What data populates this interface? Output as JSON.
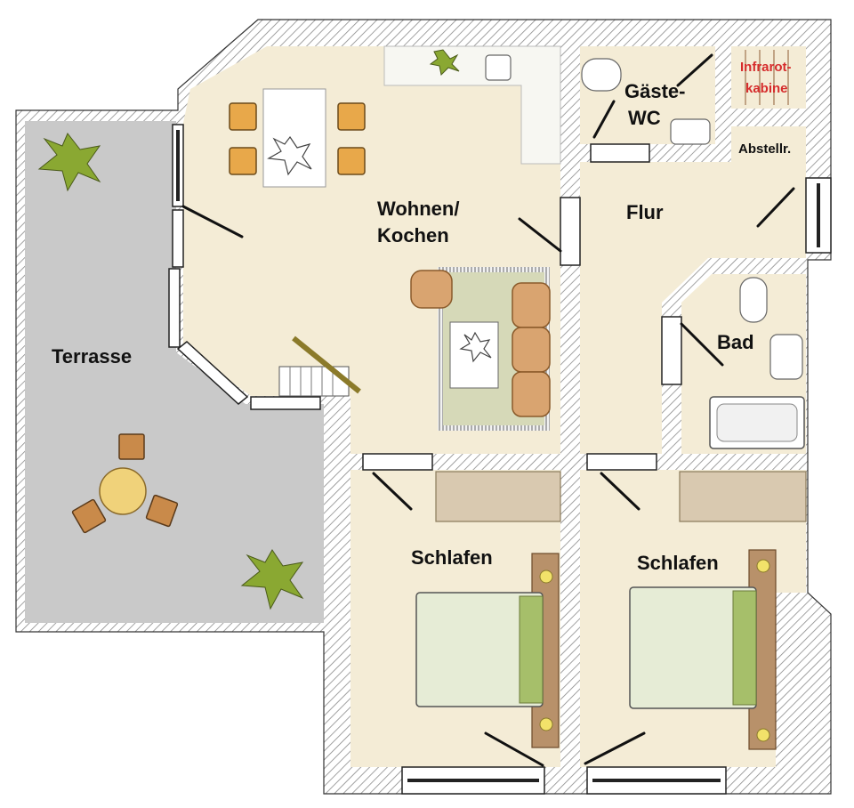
{
  "colors": {
    "floor": "#f4ecd6",
    "terrace": "#c9c9c9",
    "wall_hatch": "#7a7a7a",
    "wall_bg": "#ffffff",
    "accent_red": "#d62c2c",
    "rug": "#d6d9b8",
    "sofa": "#d9a470",
    "bed": "#e6ecd6",
    "wardrobe": "#d9c9b0"
  },
  "rooms": {
    "terrace": "Terrasse",
    "living_line1": "Wohnen/",
    "living_line2": "Kochen",
    "guest_wc_line1": "Gäste-",
    "guest_wc_line2": "WC",
    "infrared_line1": "Infrarot-",
    "infrared_line2": "kabine",
    "storage": "Abstellr.",
    "hallway": "Flur",
    "bath": "Bad",
    "bedroom_left": "Schlafen",
    "bedroom_right": "Schlafen"
  },
  "icons": {
    "plant": "plant-icon",
    "table": "table-icon",
    "chair": "chair-icon",
    "sofa": "sofa-icon",
    "bed": "bed-icon",
    "toilet": "toilet-icon",
    "sink": "sink-icon",
    "bathtub": "bathtub-icon",
    "stairs": "stairs-icon"
  }
}
